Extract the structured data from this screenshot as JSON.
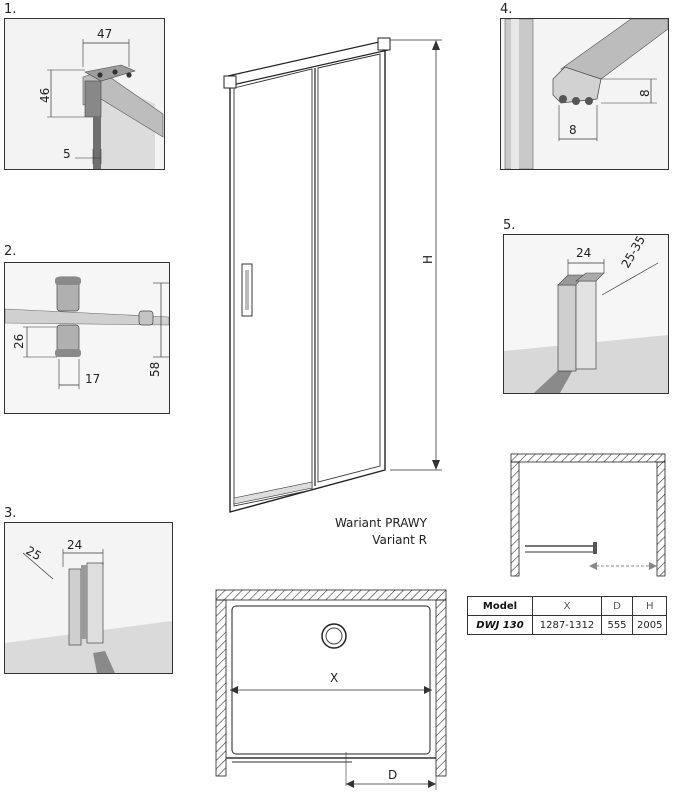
{
  "panels": {
    "p1": {
      "label": "1.",
      "dims": [
        "47",
        "46",
        "5"
      ]
    },
    "p2": {
      "label": "2.",
      "dims": [
        "26",
        "17",
        "58"
      ]
    },
    "p3": {
      "label": "3.",
      "dims": [
        "25",
        "24"
      ]
    },
    "p4": {
      "label": "4.",
      "dims": [
        "8",
        "8"
      ]
    },
    "p5": {
      "label": "5.",
      "dims": [
        "24",
        "25-35"
      ]
    }
  },
  "door": {
    "height_label": "H"
  },
  "variant": {
    "line1": "Wariant PRAWY",
    "line2": "Variant R"
  },
  "plan": {
    "width_label": "X",
    "depth_label": "D"
  },
  "table": {
    "headers": [
      "Model",
      "X",
      "D",
      "H"
    ],
    "rows": [
      [
        "DWJ 130",
        "1287-1312",
        "555",
        "2005"
      ]
    ]
  },
  "colors": {
    "frame": "#333333",
    "glass": "#ffffff",
    "floor": "#9a9a9a",
    "wall": "#e6e6e6",
    "profile": "#c8c8c8"
  }
}
